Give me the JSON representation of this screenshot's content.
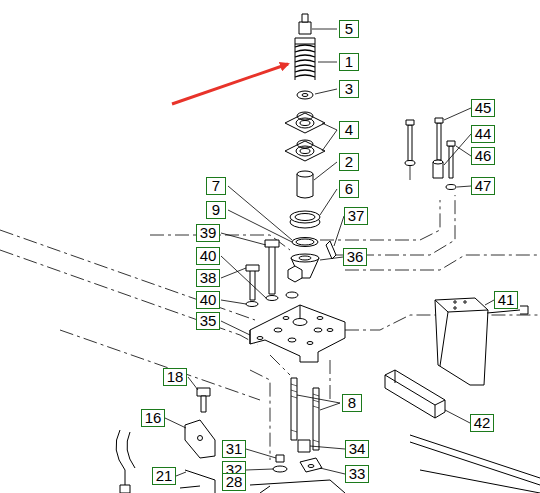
{
  "diagram": {
    "labels": [
      "5",
      "1",
      "3",
      "4",
      "45",
      "44",
      "46",
      "2",
      "47",
      "7",
      "6",
      "9",
      "37",
      "39",
      "40",
      "36",
      "38",
      "40",
      "41",
      "35",
      "18",
      "8",
      "16",
      "42",
      "31",
      "34",
      "32",
      "33",
      "21",
      "28"
    ]
  }
}
